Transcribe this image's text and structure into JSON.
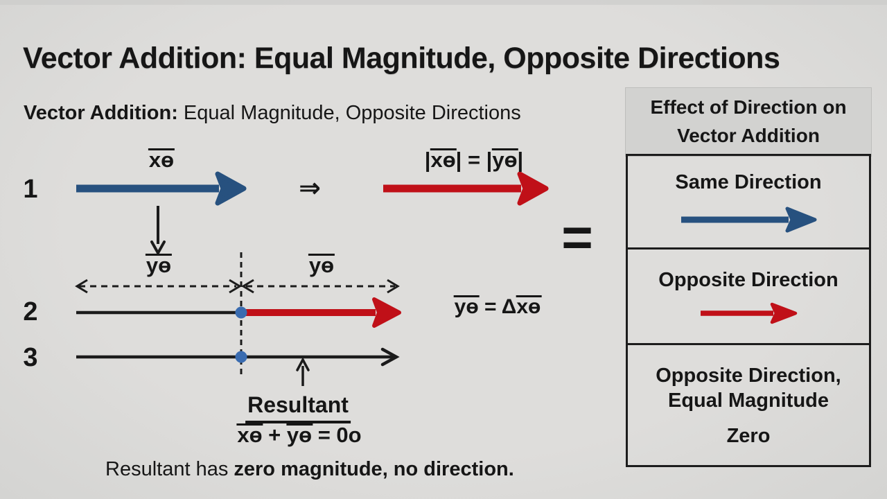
{
  "title": "Vector Addition: Equal Magnitude, Opposite Directions",
  "subtitle": {
    "bold": "Vector Addition:",
    "rest": " Equal Magnitude, Opposite Directions"
  },
  "colors": {
    "bg": "#dcdcda",
    "ink": "#161616",
    "blue": "#27517f",
    "red": "#c01018",
    "dotblue": "#3a6cb0",
    "panelheader": "#d2d2d0"
  },
  "diagram": {
    "row_numbers": [
      "1",
      "2",
      "3"
    ],
    "vector_x_label": "xɵ",
    "vector_y_label": "yɵ",
    "implies_symbol": "⇒",
    "equals_symbol": "=",
    "magnitude_equation": {
      "open": "|",
      "x": "xɵ",
      "mid": "| = |",
      "y": "yɵ",
      "close": "|"
    },
    "delta_equation": {
      "y": "yɵ",
      "mid": " = Δ",
      "x": "xɵ"
    },
    "resultant_heading": "Resultant",
    "resultant_equation": {
      "x": "xɵ",
      "plus": " + ",
      "y": "yɵ",
      "rhs": " = 0o"
    },
    "caption": {
      "normal": "Resultant has ",
      "bold": "zero magnitude, no direction."
    }
  },
  "sidebar": {
    "header": "Effect of Direction on Vector Addition",
    "rows": [
      {
        "label": "Same Direction",
        "arrow": "blue-right-arrow"
      },
      {
        "label": "Opposite Direction",
        "arrow": "red-right-arrow"
      },
      {
        "label": "Opposite Direction, Equal Magnitude",
        "result": "Zero"
      }
    ]
  }
}
